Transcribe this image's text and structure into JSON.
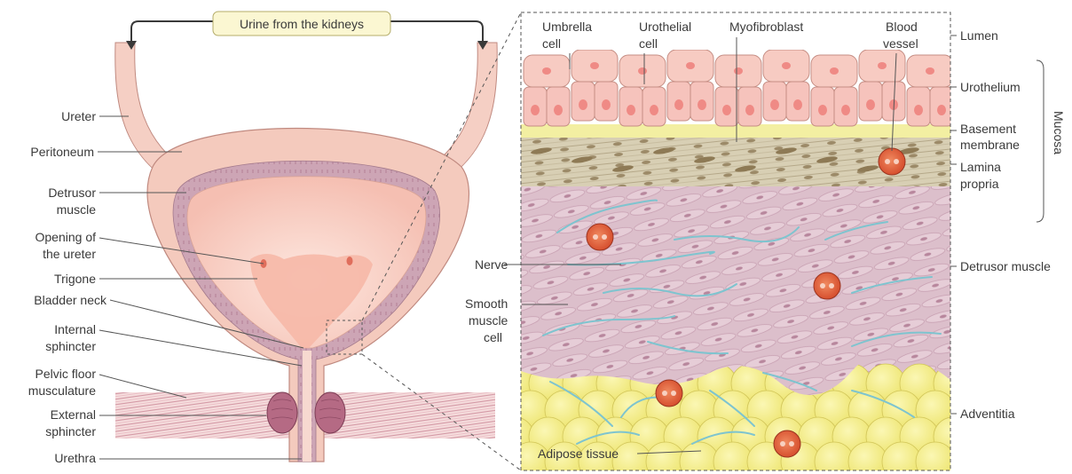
{
  "top_label": "Urine from the kidneys",
  "left_labels": {
    "ureter": "Ureter",
    "peritoneum": "Peritoneum",
    "detrusor_1": "Detrusor",
    "detrusor_2": "muscle",
    "opening_1": "Opening of",
    "opening_2": "the ureter",
    "trigone": "Trigone",
    "bladder_neck": "Bladder neck",
    "internal_1": "Internal",
    "internal_2": "sphincter",
    "pelvic_1": "Pelvic floor",
    "pelvic_2": "musculature",
    "external_1": "External",
    "external_2": "sphincter",
    "urethra": "Urethra"
  },
  "cross_section_labels": {
    "umbrella_1": "Umbrella",
    "umbrella_2": "cell",
    "urothelial_1": "Urothelial",
    "urothelial_2": "cell",
    "myofibroblast": "Myofibroblast",
    "blood_1": "Blood",
    "blood_2": "vessel",
    "nerve": "Nerve",
    "smooth_1": "Smooth",
    "smooth_2": "muscle",
    "smooth_3": "cell",
    "adipose": "Adipose tissue"
  },
  "layer_labels": {
    "lumen": "Lumen",
    "urothelium": "Urothelium",
    "basement_1": "Basement",
    "basement_2": "membrane",
    "lamina_1": "Lamina",
    "lamina_2": "propria",
    "detrusor": "Detrusor muscle",
    "adventitia": "Adventitia",
    "mucosa": "Mucosa"
  },
  "colors": {
    "bladder_wall": "#f3c4b8",
    "bladder_inner": "#f7cfc4",
    "detrusor_band": "#cba2b4",
    "urothelium_cell": "#f6c3bc",
    "cell_nucleus": "#ef8a85",
    "basement": "#f3efa2",
    "lamina": "#c9bfa3",
    "muscle": "#d9b9c6",
    "nerve": "#7ec4cf",
    "vessel": "#e45f3c",
    "adipose": "#f4ee7a",
    "label_box": "#fbf7d2"
  }
}
